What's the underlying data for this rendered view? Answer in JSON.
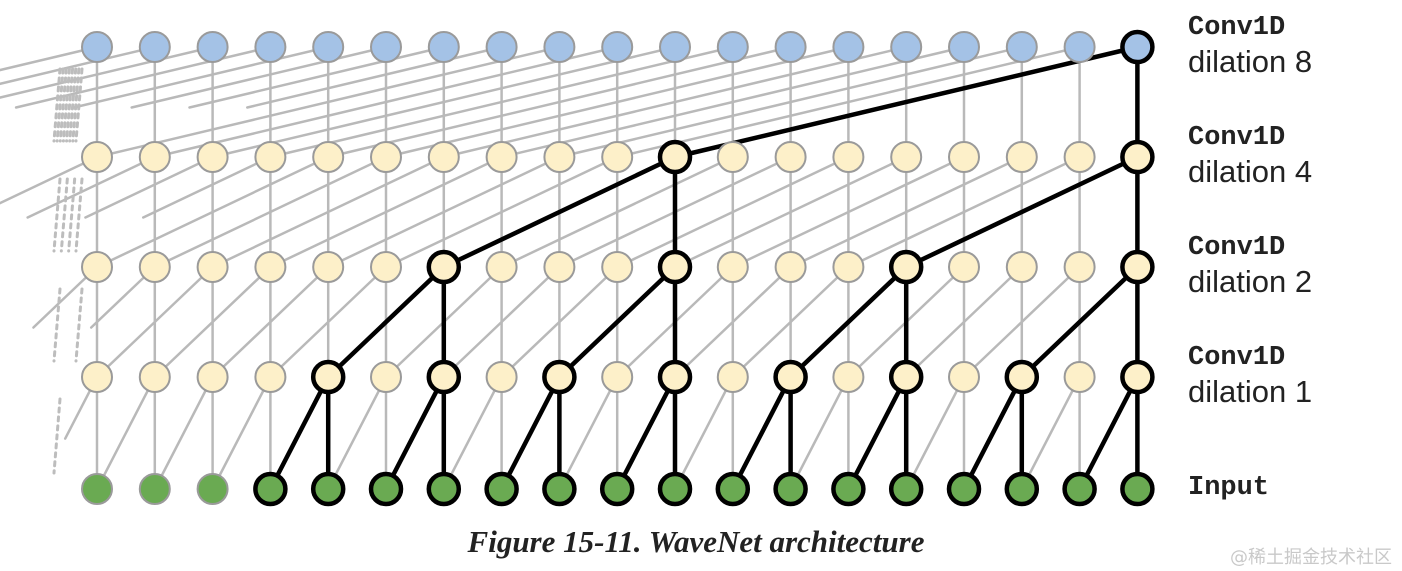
{
  "diagram": {
    "layers": [
      {
        "type": "Conv1D",
        "dilation_label": "dilation 8",
        "dilation": 8,
        "color": "#a4c2e6"
      },
      {
        "type": "Conv1D",
        "dilation_label": "dilation 4",
        "dilation": 4,
        "color": "#fdf0c9"
      },
      {
        "type": "Conv1D",
        "dilation_label": "dilation 2",
        "dilation": 2,
        "color": "#fdf0c9"
      },
      {
        "type": "Conv1D",
        "dilation_label": "dilation 1",
        "dilation": 1,
        "color": "#fdf0c9"
      }
    ],
    "input": {
      "label": "Input",
      "color": "#6aaa52"
    },
    "nodes_per_layer": 19,
    "link_color_default": "#b9b9b9",
    "link_color_highlight": "#000000"
  },
  "caption": "Figure 15-11. WaveNet architecture",
  "watermark": "@稀土掘金技术社区"
}
